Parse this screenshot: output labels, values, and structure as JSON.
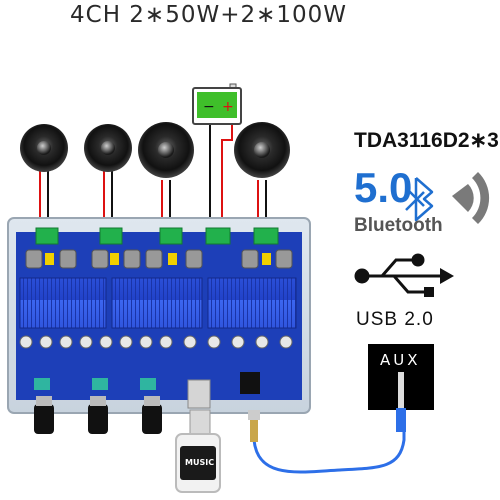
{
  "header": {
    "title": "4CH 2∗50W+2∗100W"
  },
  "specs": {
    "chip": "TDA3116D2∗3",
    "bluetooth_version": "5.0",
    "bluetooth_name": "Bluetooth",
    "usb_label": "USB 2.0",
    "aux_label": "AUX"
  },
  "usb_stick": {
    "label": "MUSIC"
  },
  "battery": {
    "minus": "−",
    "plus": "+"
  },
  "colors": {
    "board_blue": "#1d3fb8",
    "heatsink_blue": "#2e56e6",
    "bluetooth_blue": "#1f6fd0",
    "battery_green": "#3fbf2a",
    "terminal_green": "#22b14c"
  },
  "icons": [
    "speaker-icon",
    "bluetooth-icon",
    "wireless-waves-icon",
    "usb-icon",
    "aux-jack-icon"
  ]
}
